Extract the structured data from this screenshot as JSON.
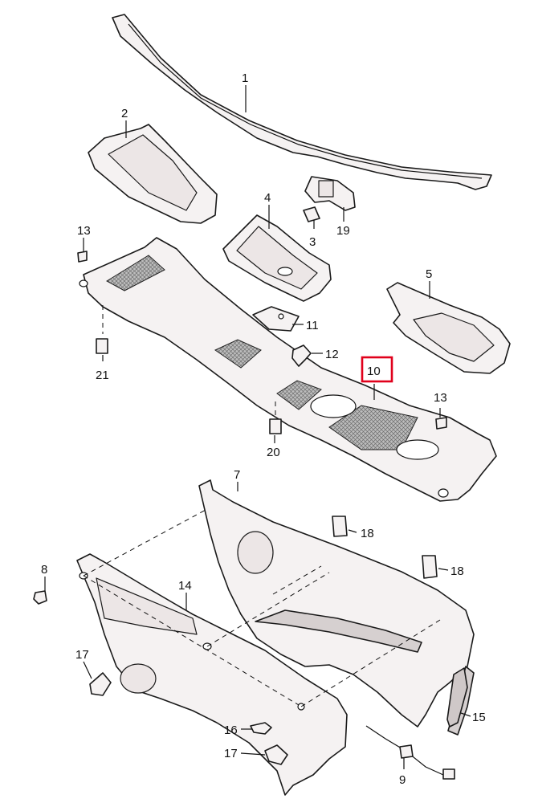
{
  "diagram": {
    "callouts": [
      {
        "id": "c1",
        "label": "1"
      },
      {
        "id": "c2",
        "label": "2"
      },
      {
        "id": "c3",
        "label": "3"
      },
      {
        "id": "c4",
        "label": "4"
      },
      {
        "id": "c5",
        "label": "5"
      },
      {
        "id": "c7",
        "label": "7"
      },
      {
        "id": "c8",
        "label": "8"
      },
      {
        "id": "c9",
        "label": "9"
      },
      {
        "id": "c10",
        "label": "10",
        "highlighted": true,
        "highlight_color": "#e0001b"
      },
      {
        "id": "c11",
        "label": "11"
      },
      {
        "id": "c12",
        "label": "12"
      },
      {
        "id": "c13a",
        "label": "13"
      },
      {
        "id": "c13b",
        "label": "13"
      },
      {
        "id": "c14",
        "label": "14"
      },
      {
        "id": "c15",
        "label": "15"
      },
      {
        "id": "c16",
        "label": "16"
      },
      {
        "id": "c17a",
        "label": "17"
      },
      {
        "id": "c17b",
        "label": "17"
      },
      {
        "id": "c18a",
        "label": "18"
      },
      {
        "id": "c18b",
        "label": "18"
      },
      {
        "id": "c19",
        "label": "19"
      },
      {
        "id": "c20",
        "label": "20"
      },
      {
        "id": "c21",
        "label": "21"
      }
    ]
  }
}
